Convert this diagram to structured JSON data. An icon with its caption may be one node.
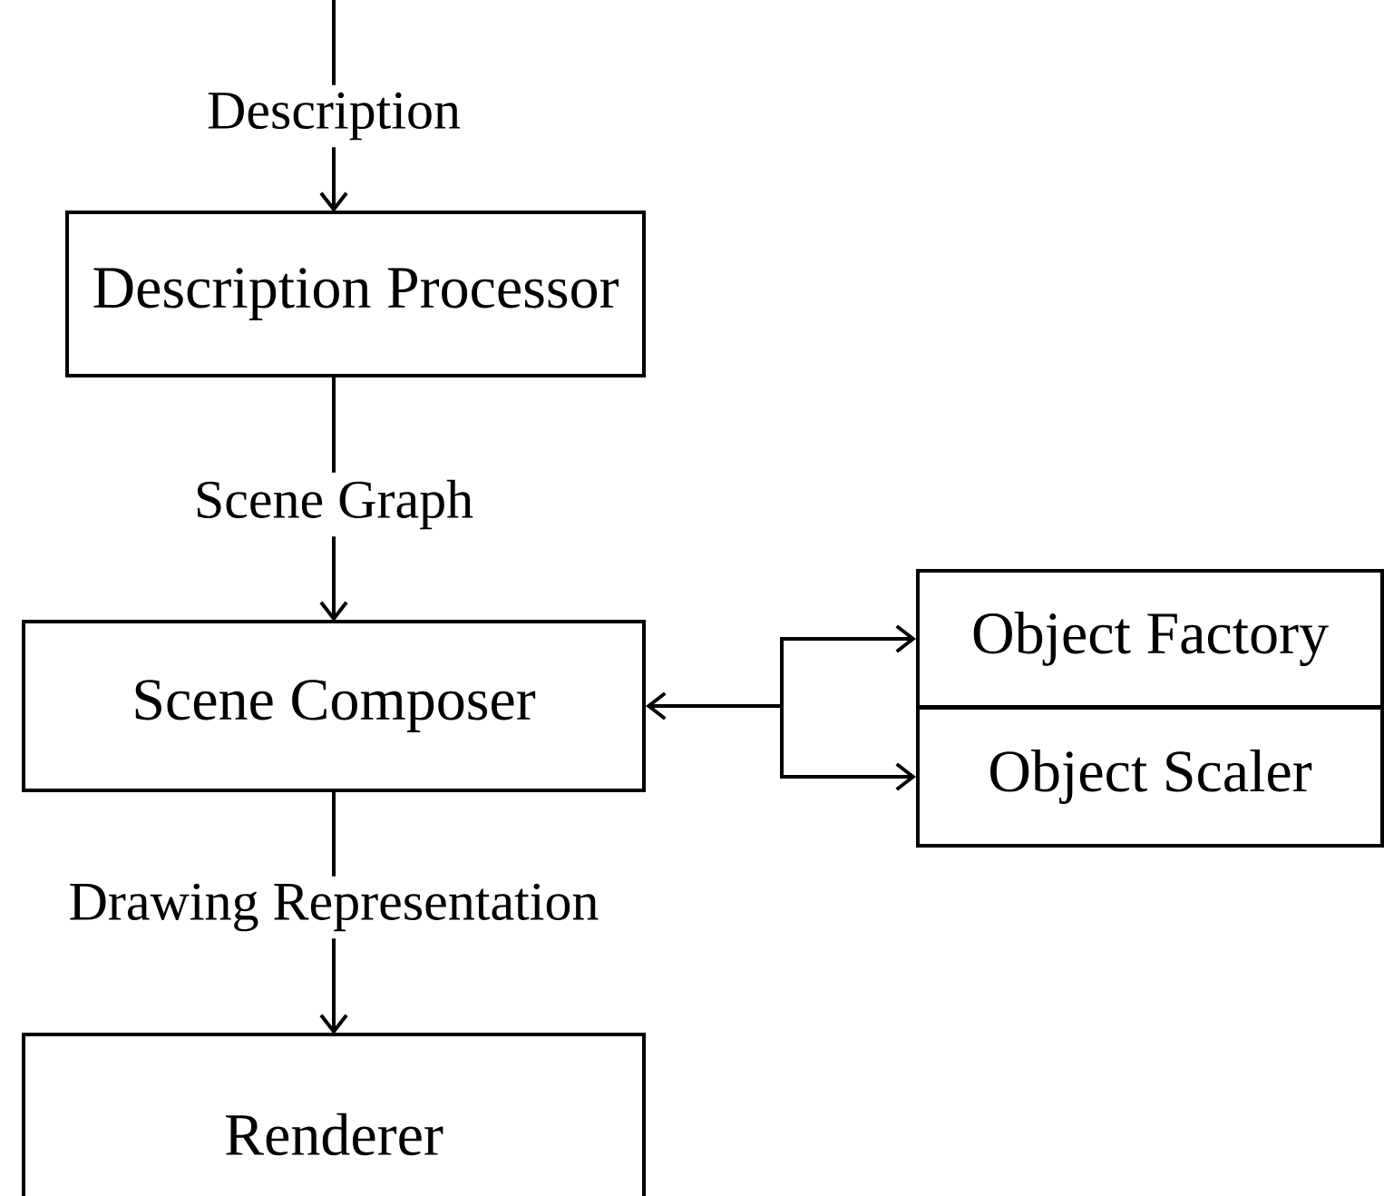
{
  "diagram": {
    "nodes": [
      {
        "text": [
          "Description Processor"
        ]
      },
      {
        "text": [
          "Scene Composer"
        ]
      },
      {
        "text": [
          "Renderer"
        ]
      },
      {
        "text": [
          "Object Factory"
        ]
      },
      {
        "text": [
          "Object Scaler"
        ]
      }
    ],
    "edges": [
      {
        "from": null,
        "to": 0,
        "arrow": "to",
        "label": "Description"
      },
      {
        "from": 0,
        "to": 1,
        "arrow": "to",
        "label": "Scene Graph"
      },
      {
        "from": 1,
        "to": 2,
        "arrow": "to",
        "label": "Drawing Representation"
      },
      {
        "from": 1,
        "to": 3,
        "arrow": "both"
      },
      {
        "from": 1,
        "to": 4,
        "arrow": "both"
      }
    ]
  }
}
